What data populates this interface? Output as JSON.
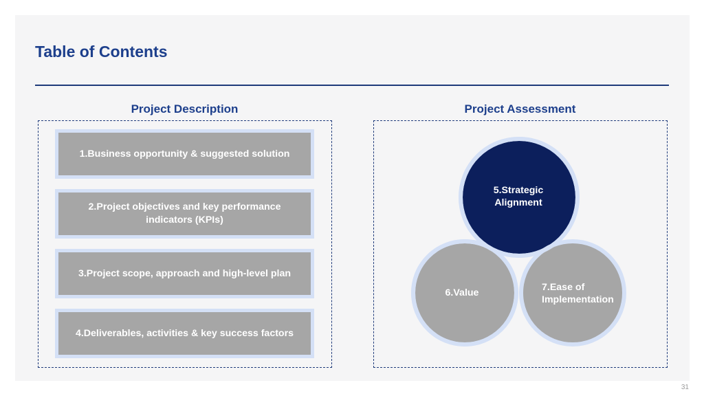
{
  "title": "Table of Contents",
  "sections": {
    "left_heading": "Project Description",
    "right_heading": "Project Assessment"
  },
  "description_items": [
    {
      "label": "1.Business opportunity & suggested solution"
    },
    {
      "label": "2.Project objectives and key performance indicators (KPIs)"
    },
    {
      "label": "3.Project scope, approach and high-level plan"
    },
    {
      "label": "4.Deliverables, activities & key success factors"
    }
  ],
  "assessment_venn": {
    "circles": [
      {
        "label": "5.Strategic Alignment",
        "color": "#0c1f5c"
      },
      {
        "label": "6.Value",
        "color": "#a6a6a6"
      },
      {
        "label": "7.Ease of Implementation",
        "color": "#a6a6a6"
      }
    ],
    "intersection_color": "#1fae4a",
    "ring_color": "#d4e0f6"
  },
  "page_number": "31",
  "colors": {
    "accent": "#1d3f8c",
    "dark_navy": "#0c1f5c",
    "card_gray": "#a6a6a6",
    "card_border": "#d4e0f6"
  }
}
